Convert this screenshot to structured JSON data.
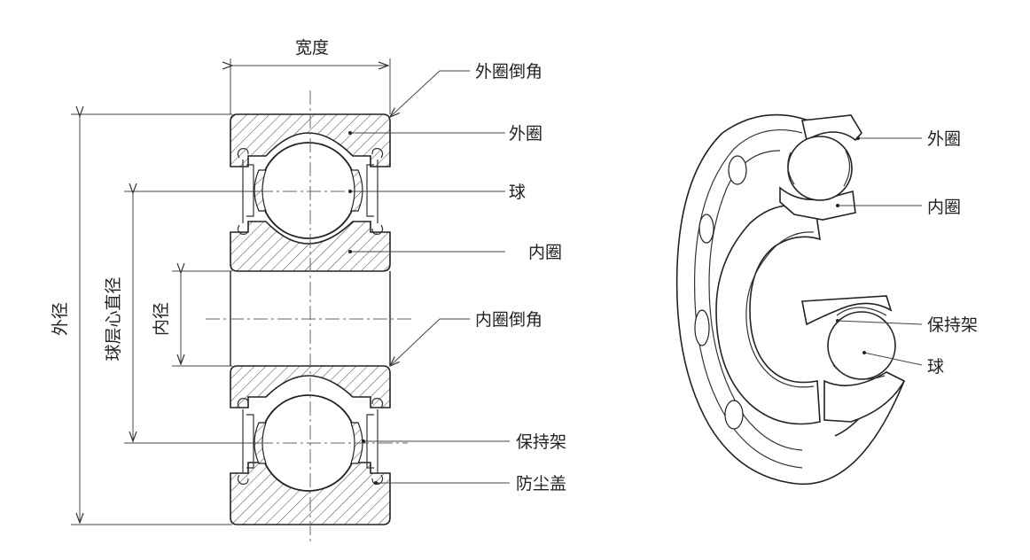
{
  "diagram": {
    "section_view": {
      "width_label": "宽度",
      "outer_diameter_label": "外径",
      "pitch_diameter_label": "球层心直径",
      "inner_diameter_label": "内径",
      "outer_chamfer_label": "外圈倒角",
      "outer_ring_label": "外圈",
      "ball_label": "球",
      "inner_ring_label": "内圈",
      "inner_chamfer_label": "内圈倒角",
      "cage_label": "保持架",
      "shield_label": "防尘盖"
    },
    "cutaway_view": {
      "outer_ring_label": "外圈",
      "inner_ring_label": "内圈",
      "cage_label": "保持架",
      "ball_label": "球"
    }
  },
  "colors": {
    "line": "#222222",
    "hatch": "#555555",
    "background": "#ffffff"
  }
}
